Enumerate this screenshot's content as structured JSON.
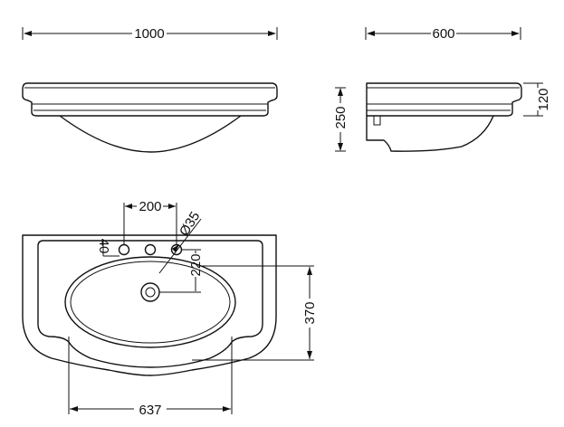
{
  "drawing": {
    "front_view": {
      "width_label": "1000"
    },
    "side_view": {
      "depth_label": "600",
      "total_height_label": "250",
      "rim_height_label": "120"
    },
    "plan_view": {
      "tap_spacing_label": "200",
      "tap_hole_diameter_label": "Ø35",
      "tap_offset_label": "40",
      "drain_offset_label": "220",
      "bowl_depth_label": "370",
      "pedestal_width_label": "637"
    }
  },
  "colors": {
    "line": "#111111",
    "background": "#ffffff"
  }
}
